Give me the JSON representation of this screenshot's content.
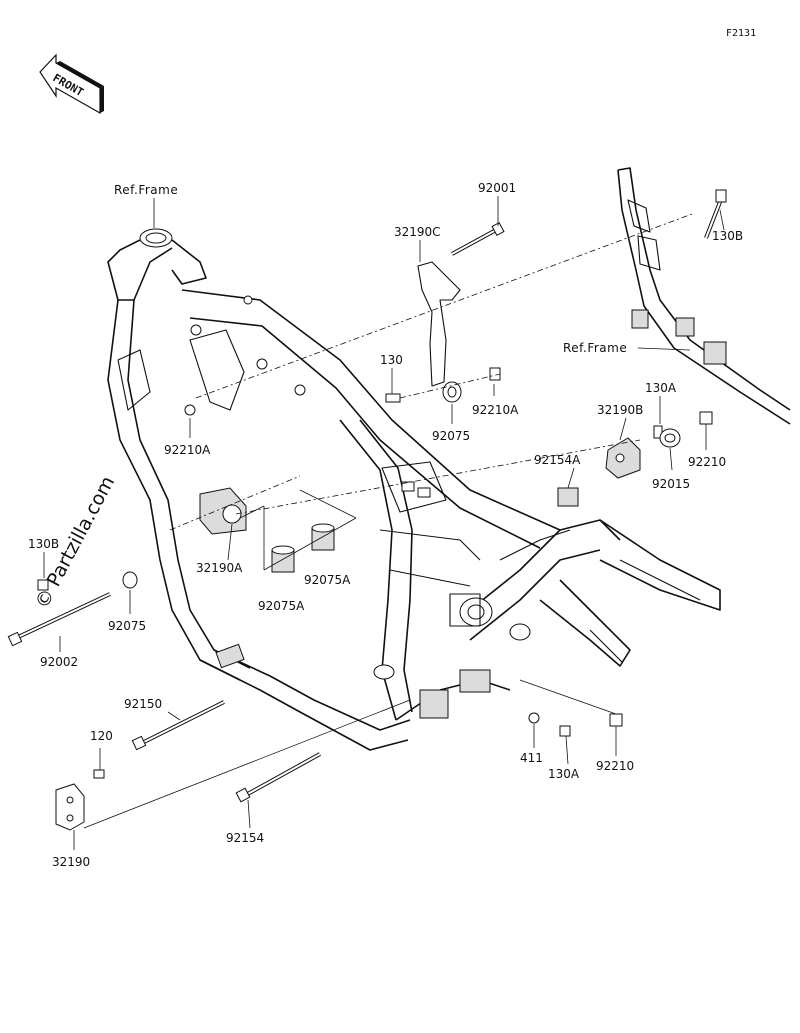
{
  "diagram_code": "F2131",
  "front_marker": "FRONT",
  "watermark": "© Partzilla.com",
  "refs": {
    "frame_left": "Ref.Frame",
    "frame_right": "Ref.Frame"
  },
  "parts": {
    "p92001": "92001",
    "p32190C": "32190C",
    "p130B_top": "130B",
    "p130": "130",
    "p92210A_mid": "92210A",
    "p92075_upper": "92075",
    "p92210A_left": "92210A",
    "p130A_upper": "130A",
    "p32190B": "32190B",
    "p92154A": "92154A",
    "p92210_right": "92210",
    "p92015": "92015",
    "p130B_left": "130B",
    "p32190A": "32190A",
    "p92075A_left": "92075A",
    "p92075A_right": "92075A",
    "p92075_lower": "92075",
    "p92002": "92002",
    "p92150": "92150",
    "p120": "120",
    "p411": "411",
    "p130A_lower": "130A",
    "p92210_lower": "92210",
    "p92154": "92154",
    "p32190": "32190"
  }
}
